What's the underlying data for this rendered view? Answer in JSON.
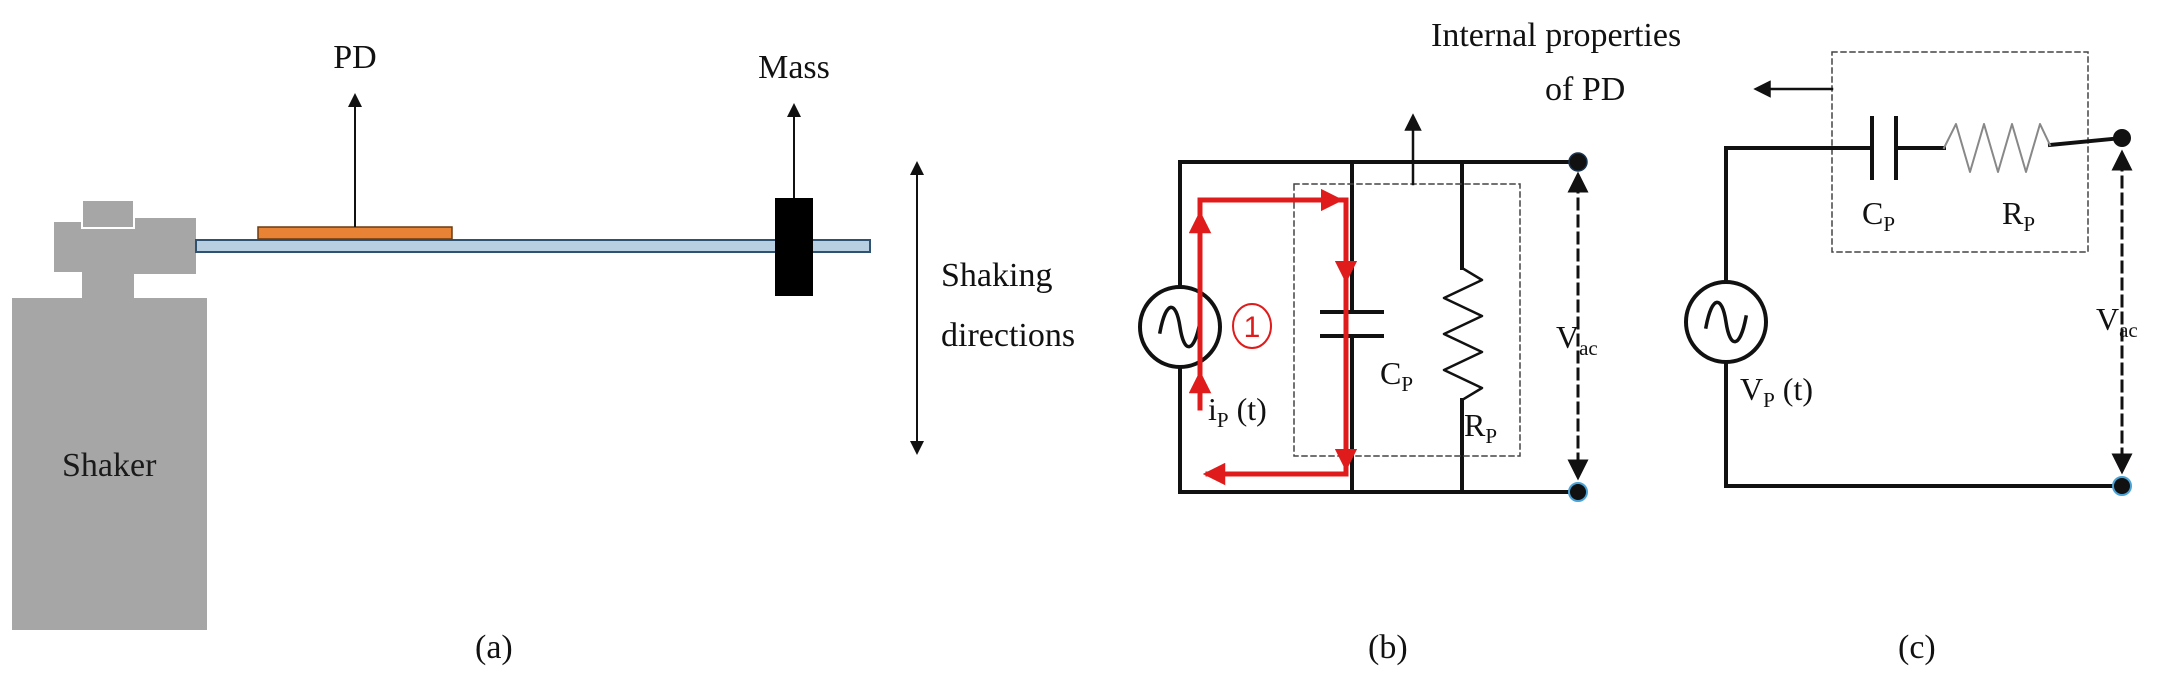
{
  "panel_a": {
    "pd_label": "PD",
    "mass_label": "Mass",
    "shaking_line1": "Shaking",
    "shaking_line2": "directions",
    "shaker_label": "Shaker",
    "caption": "(a)",
    "colors": {
      "shaker": "#a6a6a6",
      "beam": "#b7cfe0",
      "pd_layer": "#e88234",
      "mass": "#000000"
    }
  },
  "panel_b": {
    "header_line1": "Internal properties",
    "header_line2": "of PD",
    "source_number": "1",
    "current_label": "i",
    "current_sub": "P",
    "current_arg": " (t)",
    "cap_label": "C",
    "cap_sub": "P",
    "res_label": "R",
    "res_sub": "P",
    "vac_label": "V",
    "vac_sub": "ac",
    "caption": "(b)",
    "colors": {
      "current_path": "#e01b1b",
      "terminal": "#1a3550"
    }
  },
  "panel_c": {
    "cap_label": "C",
    "cap_sub": "P",
    "res_label": "R",
    "res_sub": "P",
    "source_label": "V",
    "source_sub": "P",
    "source_arg": " (t)",
    "vac_label": "V",
    "vac_sub": "ac",
    "caption": "(c)"
  }
}
